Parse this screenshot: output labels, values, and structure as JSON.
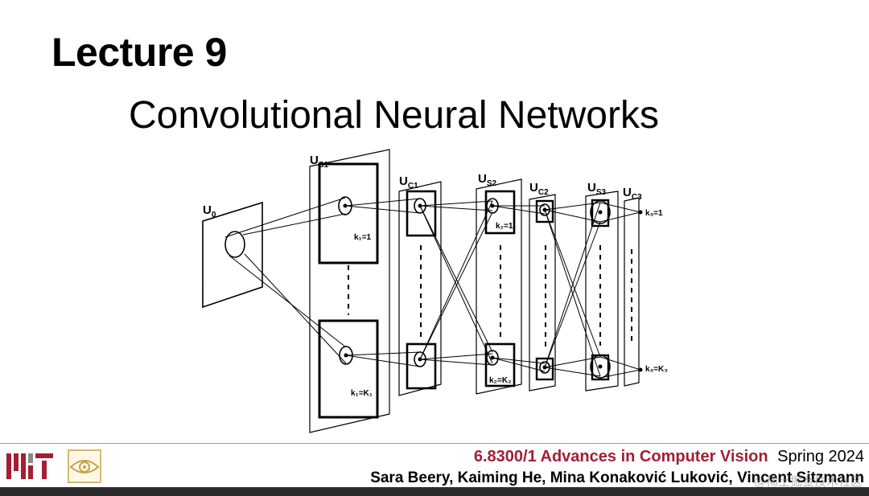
{
  "slide": {
    "title": "Lecture 9",
    "subtitle": "Convolutional Neural Networks"
  },
  "figure": {
    "layers": [
      "U0",
      "US1",
      "UC1",
      "US2",
      "UC2",
      "US3",
      "UC3"
    ],
    "labels": {
      "k1_top": "k₁=1",
      "k1_bottom": "k₁=K₁",
      "k2_top": "k₂=1",
      "k2_bottom": "k₂=K₂",
      "k3_top": "k₃=1",
      "k3_bottom": "k₃=K₃"
    }
  },
  "footer": {
    "course": "6.8300/1 Advances in Computer Vision",
    "semester": "Spring 2024",
    "authors": "Sara Beery, Kaiming He, Mina Konaković Luković, Vincent Sitzmann",
    "watermark": "@稀土掘金技术社区",
    "logo_text": "MIT",
    "course_color": "#a31f34"
  }
}
